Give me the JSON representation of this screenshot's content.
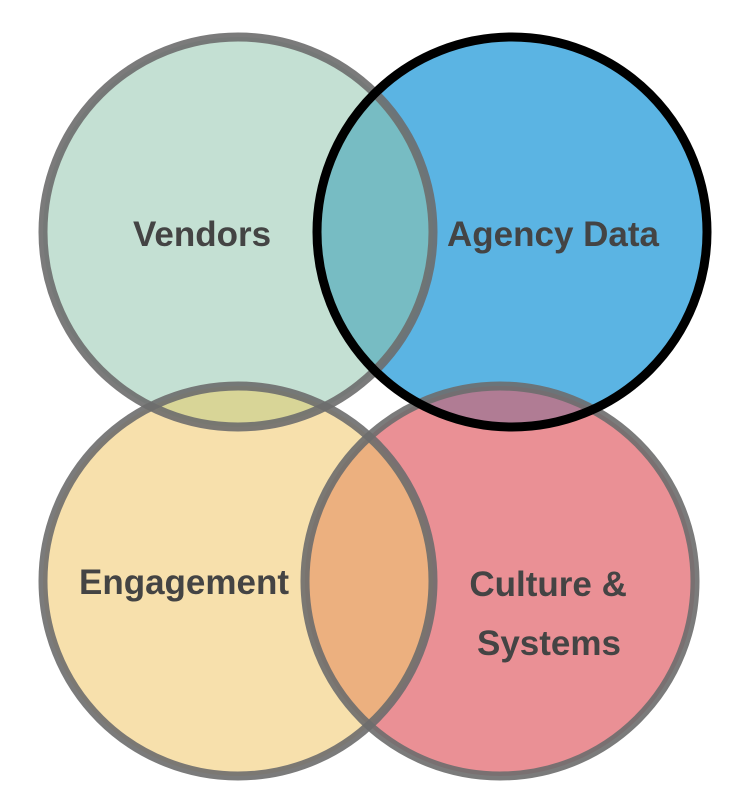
{
  "diagram": {
    "sets": [
      {
        "id": "vendors",
        "label_lines": [
          "Vendors"
        ],
        "fill": "#c4e0d3",
        "stroke": "#6d6d6d"
      },
      {
        "id": "agency-data",
        "label_lines": [
          "Agency Data"
        ],
        "fill": "#5bb4e3",
        "stroke": "#000000"
      },
      {
        "id": "engagement",
        "label_lines": [
          "Engagement"
        ],
        "fill": "#f7e0ac",
        "stroke": "#6d6d6d"
      },
      {
        "id": "culture-systems",
        "label_lines": [
          "Culture &",
          "Systems"
        ],
        "fill": "#ea9095",
        "stroke": "#6d6d6d"
      }
    ],
    "overlap_colors": {
      "vendors_agency": "#77bcc3",
      "engagement_culture": "#ecb07f",
      "vendors_engagement": "#d8d597",
      "agency_culture": "#b07c94"
    }
  }
}
